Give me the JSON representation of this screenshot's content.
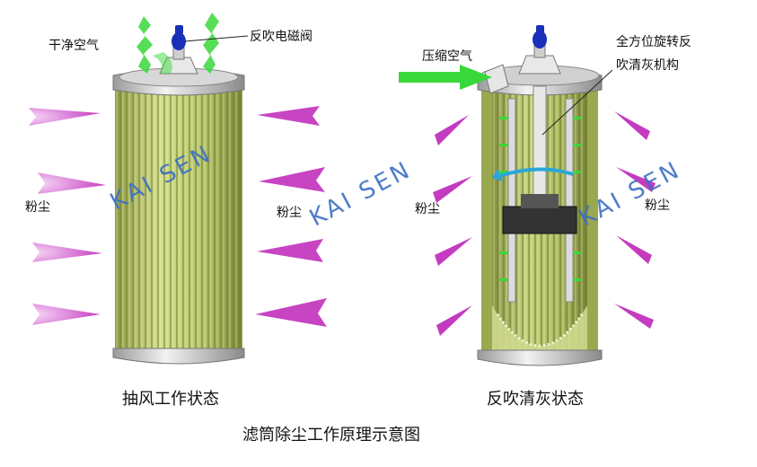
{
  "labels": {
    "clean_air": "干净空气",
    "solenoid_valve": "反吹电磁阀",
    "compressed_air": "压缩空气",
    "rotary_mechanism_line1": "全方位旋转反",
    "rotary_mechanism_line2": "吹清灰机构",
    "dust_left_1": "粉尘",
    "dust_left_2": "粉尘",
    "dust_right_1": "粉尘",
    "dust_right_2": "粉尘"
  },
  "captions": {
    "left": "抽风工作状态",
    "right": "反吹清灰状态"
  },
  "title": "滤筒除尘工作原理示意图",
  "watermark": {
    "left": "KAI  SEN",
    "right": "KAI  SEN"
  },
  "colors": {
    "filter_green": "#b9c96a",
    "pleat_dark": "#6f7a2e",
    "dust_magenta": "#c43bc0",
    "air_green": "#39d83a",
    "valve_blue": "#1a2fb8",
    "watermark_blue": "#3b6fc4"
  }
}
